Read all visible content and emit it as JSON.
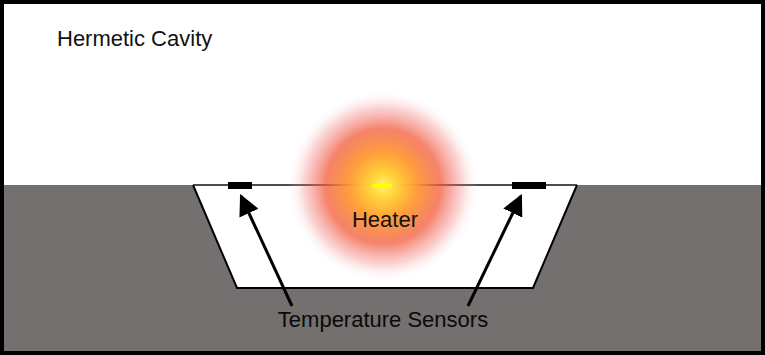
{
  "diagram": {
    "nodes": [
      {
        "text": [
          "Hermetic Cavity"
        ]
      },
      {
        "text": [
          "Heater"
        ]
      }
    ],
    "labels": [
      "Temperature Sensors"
    ]
  }
}
